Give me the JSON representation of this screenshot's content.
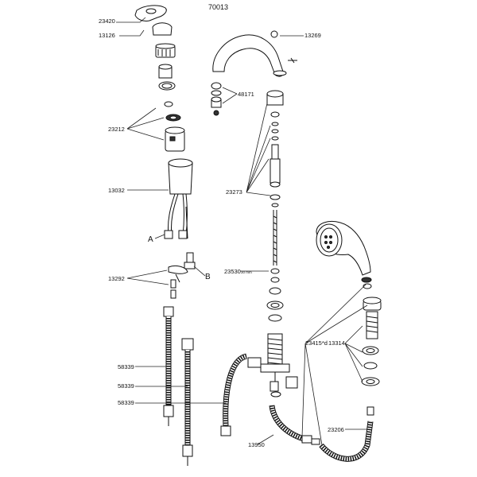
{
  "title": "70013",
  "labels": {
    "p23420": "23420",
    "p13126": "13126",
    "p13269": "13269",
    "p48171": "48171",
    "p23212": "23212",
    "p13032": "13032",
    "p23273": "23273",
    "pA": "A",
    "pB": "B",
    "p23530": "23530",
    "p23530s": "30 mm",
    "p13292": "13292",
    "p23415": "23415*d",
    "p13314": "13314",
    "p58339a": "58339",
    "p58339b": "58339",
    "p58339c": "58339",
    "p13950": "13950",
    "p23206": "23206"
  }
}
